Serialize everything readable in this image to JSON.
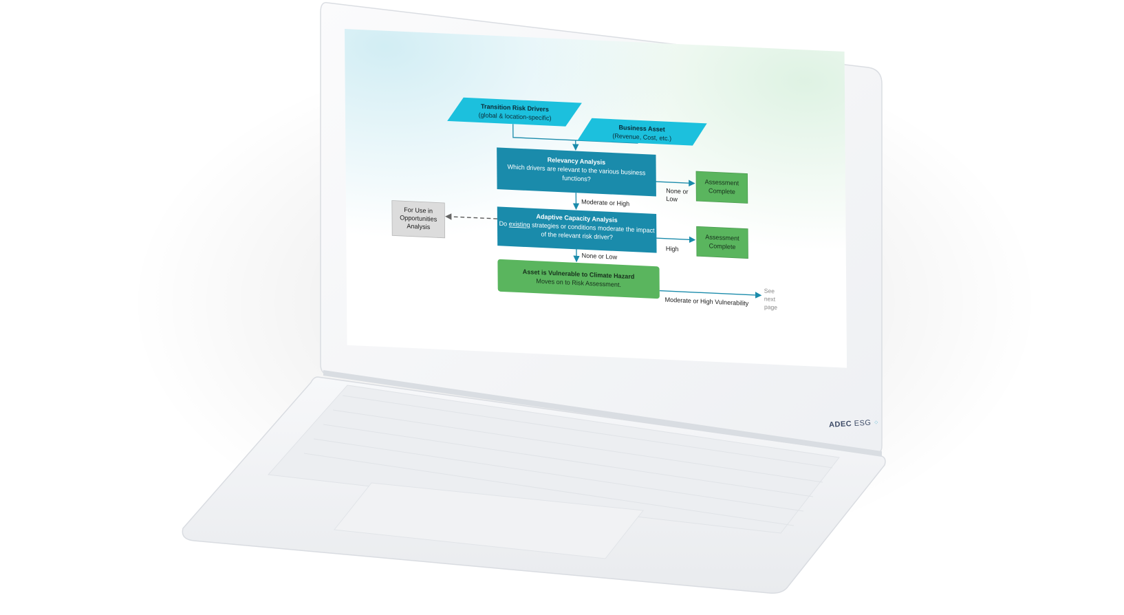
{
  "brand": {
    "name_bold": "ADEC",
    "name_light": "ESG"
  },
  "diagram": {
    "transition": {
      "title": "Transition Risk Drivers",
      "sub": "(global & location-specific)"
    },
    "asset": {
      "title": "Business Asset",
      "sub": "(Revenue, Cost, etc.)"
    },
    "relevancy": {
      "title": "Relevancy Analysis",
      "line1": "Which drivers are relevant to the various business",
      "line2": "functions?"
    },
    "adaptive": {
      "title": "Adaptive Capacity Analysis",
      "line1_pre": "Do ",
      "line1_u": "existing",
      "line1_post": " strategies or conditions moderate the impact",
      "line2": "of the relevant risk driver?"
    },
    "vulnerable": {
      "title": "Asset is Vulnerable to Climate Hazard",
      "sub": "Moves on to Risk Assessment."
    },
    "complete1": {
      "line1": "Assessment",
      "line2": "Complete"
    },
    "complete2": {
      "line1": "Assessment",
      "line2": "Complete"
    },
    "opportunities": {
      "line1": "For Use in",
      "line2": "Opportunities",
      "line3": "Analysis"
    },
    "edges": {
      "none_low_1a": "None or",
      "none_low_1b": "Low",
      "moderate_high": "Moderate or High",
      "none_low_2": "None or Low",
      "high": "High",
      "moderate_high_vuln": "Moderate or High Vulnerability"
    },
    "see_next": {
      "line1": "See",
      "line2": "next",
      "line3": "page"
    }
  },
  "colors": {
    "teal_dark": "#1a8bab",
    "teal_light": "#1cc0dd",
    "green": "#5ab55e",
    "grey_box": "#dcdcdc"
  }
}
